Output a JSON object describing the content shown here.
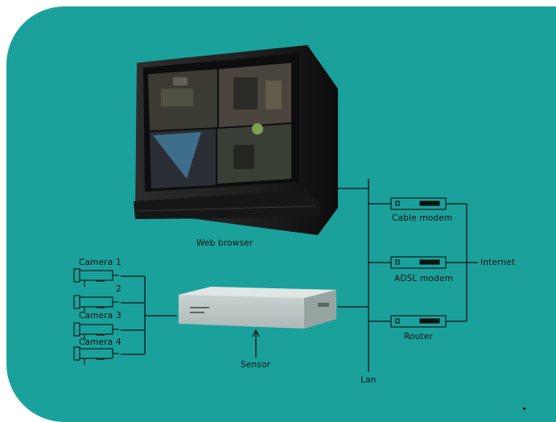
{
  "labels": {
    "web_browser": "Web browser",
    "camera_1": "Camera 1",
    "camera_2": "2",
    "camera_3": "Camera 3",
    "camera_4": "Camera 4",
    "sensor": "Sensor",
    "lan": "Lan",
    "cable_modem": "Cable modem",
    "adsl_modem": "ADSL modem",
    "router": "Router",
    "internet": "Internet"
  },
  "colors": {
    "background": "#1aa19b",
    "line": "#101010"
  }
}
